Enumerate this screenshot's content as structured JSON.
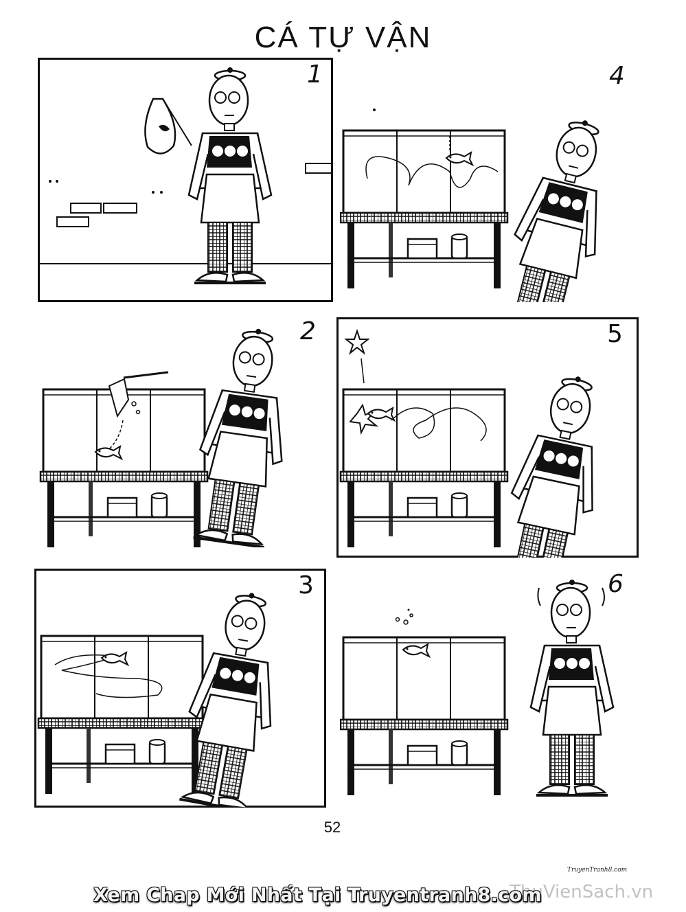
{
  "title": "CÁ TỰ VẬN",
  "panels": [
    {
      "number": "1"
    },
    {
      "number": "2"
    },
    {
      "number": "3"
    },
    {
      "number": "4"
    },
    {
      "number": "5"
    },
    {
      "number": "6"
    }
  ],
  "page_number": "52",
  "credit": "TruyenTranh8.com",
  "footer_banner": "Xem Chap Mới Nhất Tại Truyentranh8.com",
  "watermark": "ThuVienSach.vn",
  "colors": {
    "ink": "#111111",
    "paper": "#ffffff",
    "banner_text": "#f4f4f4"
  }
}
